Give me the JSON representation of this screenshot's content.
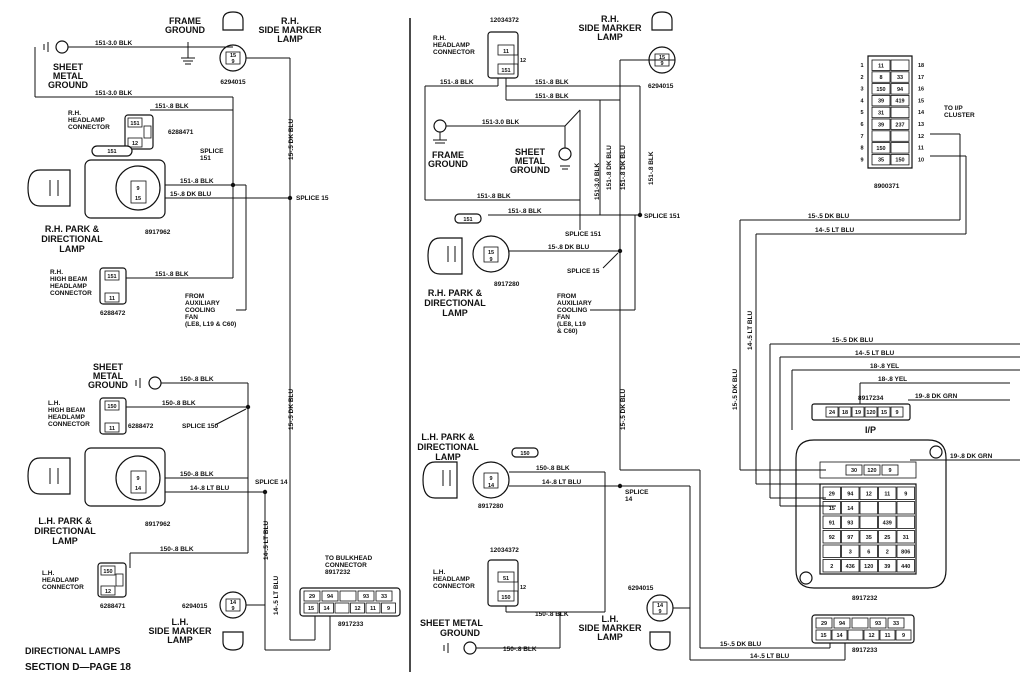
{
  "footer": {
    "section_name": "DIRECTIONAL LAMPS",
    "page": "SECTION D—PAGE 18"
  },
  "left_panel": {
    "frame_ground": [
      "FRAME",
      "GROUND"
    ],
    "rh_side_marker": [
      "R.H.",
      "SIDE MARKER",
      "LAMP"
    ],
    "rh_side_marker_part": "6294015",
    "sheet_metal_ground_top": [
      "SHEET",
      "METAL",
      "GROUND"
    ],
    "w_151_3_0_top": "151-3.0 BLK",
    "w_151_3_0_mid": "151-3.0 BLK",
    "w_151_8_a": "151-.8 BLK",
    "rh_headlamp_conn": [
      "R.H.",
      "HEADLAMP",
      "CONNECTOR"
    ],
    "rh_headlamp_part": "6288471",
    "splice_151": [
      "SPLICE",
      "151"
    ],
    "w_151_8_b": "151-.8 BLK",
    "w_15_8_dkblu": "15-.8 DK BLU",
    "splice_15": "SPLICE 15",
    "w_15_5_dkblu_v": "15-.5 DK BLU",
    "rh_park_lamp": [
      "R.H. PARK &",
      "DIRECTIONAL",
      "LAMP"
    ],
    "rh_park_part": "8917962",
    "rh_high_beam": [
      "R.H.",
      "HIGH BEAM",
      "HEADLAMP",
      "CONNECTOR"
    ],
    "rh_high_beam_part": "6288472",
    "w_151_8_c": "151-.8 BLK",
    "aux_fan": [
      "FROM",
      "AUXILIARY",
      "COOLING",
      "FAN",
      "(LE8, L19 & C60)"
    ],
    "sheet_metal_ground_mid": [
      "SHEET",
      "METAL",
      "GROUND"
    ],
    "w_150_8_a": "150-.8 BLK",
    "lh_high_beam": [
      "L.H.",
      "HIGH BEAM",
      "HEADLAMP",
      "CONNECTOR"
    ],
    "lh_high_beam_part": "6288472",
    "w_150_8_b": "150-.8 BLK",
    "splice_150": "SPLICE 150",
    "w_150_8_c": "150-.8 BLK",
    "w_14_8_ltblu": "14-.8 LT BLU",
    "splice_14": "SPLICE 14",
    "lh_park_lamp": [
      "L.H. PARK &",
      "DIRECTIONAL",
      "LAMP"
    ],
    "lh_park_part": "8917962",
    "w_150_8_d": "150-.8 BLK",
    "lh_headlamp_conn": [
      "L.H.",
      "HEADLAMP",
      "CONNECTOR"
    ],
    "lh_headlamp_part": "6288471",
    "w_14_5_ltblu_a": "14-.5 LT BLU",
    "w_14_5_ltblu_b": "14-.5 LT BLU",
    "lh_side_marker_part": "6294015",
    "lh_side_marker": [
      "L.H.",
      "SIDE MARKER",
      "LAMP"
    ],
    "bulkhead": [
      "TO BULKHEAD",
      "CONNECTOR",
      "8917232"
    ],
    "bulkhead_part": "8917233",
    "bulkhead_pins_top": [
      "29",
      "94",
      "",
      "93",
      "33"
    ],
    "bulkhead_pins_bot": [
      "15",
      "14",
      "",
      "12",
      "11",
      "9"
    ]
  },
  "mid_panel": {
    "part_top": "12034372",
    "rh_headlamp_conn": [
      "R.H.",
      "HEADLAMP",
      "CONNECTOR"
    ],
    "rh_side_marker": [
      "R.H.",
      "SIDE MARKER",
      "LAMP"
    ],
    "rh_side_marker_part": "6294015",
    "w_151_8_a": "151-.8 BLK",
    "w_151_8_b": "151-.8 BLK",
    "w_151_8_c": "151-.8 BLK",
    "w_151_3_0": "151-3.0 BLK",
    "frame_ground": [
      "FRAME",
      "GROUND"
    ],
    "sheet_metal_ground": [
      "SHEET",
      "METAL",
      "GROUND"
    ],
    "v_151_3_0": "151-3.0 BLK",
    "v_151_8_dkblu": "151-.8 DK BLU",
    "v_151_8_blk": "151-.8 BLK",
    "w_151_8_d": "151-.8 BLK",
    "splice_151": "SPLICE 151",
    "w_151_8_e": "151-.8 BLK",
    "w_15_8_dkblu": "15-.8 DK BLU",
    "splice_151_b": "SPLICE 151",
    "splice_15": "SPLICE 15",
    "rh_park_lamp": [
      "R.H. PARK &",
      "DIRECTIONAL",
      "LAMP"
    ],
    "rh_park_part": "8917280",
    "aux_fan": [
      "FROM",
      "AUXILIARY",
      "COOLING",
      "FAN",
      "(LE8, L19",
      "& C60)"
    ],
    "v_15_5_dkblu": "15-.5 DK BLU",
    "lh_park_lamp": [
      "L.H. PARK &",
      "DIRECTIONAL",
      "LAMP"
    ],
    "lh_park_part": "8917280",
    "w_150_8_a": "150-.8 BLK",
    "w_14_8_ltblu": "14-.8 LT BLU",
    "splice_14": [
      "SPLICE",
      "14"
    ],
    "part_lh": "12034372",
    "lh_headlamp_conn": [
      "L.H.",
      "HEADLAMP",
      "CONNECTOR"
    ],
    "w_150_8_b": "150-.8 BLK",
    "sheet_metal_ground_bot": "SHEET METAL",
    "sheet_metal_ground_bot2": "GROUND",
    "w_150_8_c": "150-.8 BLK",
    "lh_side_marker_part": "6294015",
    "lh_side_marker": [
      "L.H.",
      "SIDE MARKER",
      "LAMP"
    ],
    "w_15_5_dkblu_bot": "15-.5 DK BLU",
    "w_14_5_ltblu_bot": "14-.5 LT BLU"
  },
  "right_panel": {
    "cluster_part": "8900371",
    "to_ip_cluster": [
      "TO I/P",
      "CLUSTER"
    ],
    "cluster_pins_left": [
      "1",
      "2",
      "3",
      "4",
      "5",
      "6",
      "7",
      "8",
      "9"
    ],
    "cluster_pins_right": [
      "18",
      "17",
      "16",
      "15",
      "14",
      "13",
      "12",
      "11",
      "10"
    ],
    "cluster_cells": [
      "11",
      "",
      "8",
      "33",
      "150",
      "94",
      "39",
      "419",
      "31",
      "",
      "39",
      "237",
      "",
      "",
      "150",
      "",
      "35",
      "150"
    ],
    "w_15_5_dkblu_a": "15-.5 DK BLU",
    "w_14_5_ltblu_a": "14-.5 LT BLU",
    "v_14_5_ltblu": "14-.5 LT BLU",
    "v_15_5_dkblu": "15-.5 DK BLU",
    "w_15_5_dkblu_b": "15-.5 DK BLU",
    "w_14_5_ltblu_b": "14-.5 LT BLU",
    "w_18_8_yel_a": "18-.8 YEL",
    "w_18_8_yel_b": "18-.8 YEL",
    "ip_part": "8917234",
    "w_19_8_dkgrn_a": "19-.8 DK GRN",
    "ip_label": "I/P",
    "ip_pins": [
      "24",
      "18",
      "19",
      "120",
      "15",
      "9"
    ],
    "w_19_8_dkgrn_b": "19-.8 DK GRN",
    "bulkhead_part": "8917232",
    "bulkhead_rows": [
      [
        "29",
        "94",
        "12",
        "11",
        "9"
      ],
      [
        "15",
        "14",
        "",
        "",
        ""
      ],
      [
        "91",
        "93",
        "",
        "439",
        ""
      ],
      [
        "92",
        "97",
        "35",
        "25",
        "31"
      ],
      [
        "",
        "3",
        "6",
        "2",
        "806"
      ],
      [
        "2",
        "436",
        "120",
        "39",
        "440"
      ]
    ],
    "bulkhead_top": [
      "30",
      "120",
      "9"
    ],
    "bottom_conn_part": "8917233",
    "bottom_conn_top": [
      "29",
      "94",
      "",
      "93",
      "33"
    ],
    "bottom_conn_bot": [
      "15",
      "14",
      "",
      "12",
      "11",
      "9"
    ]
  }
}
